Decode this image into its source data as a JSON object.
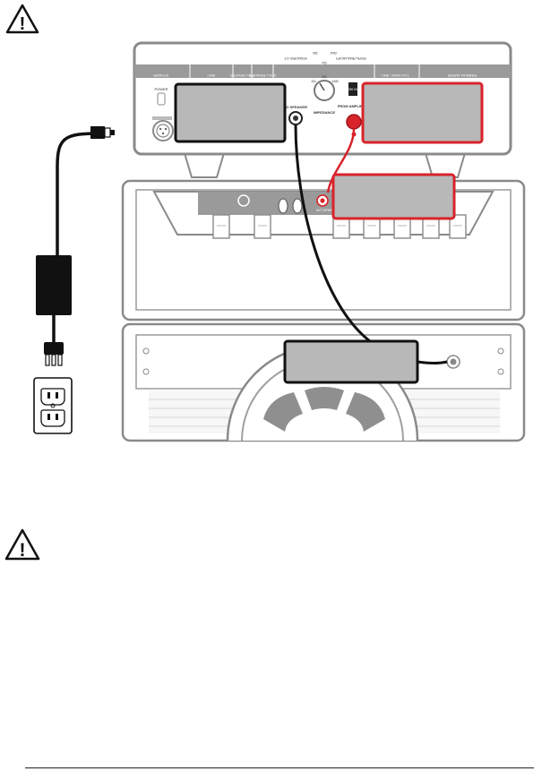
{
  "warning_symbol": "!",
  "device_panel": {
    "labels": {
      "power": "POWER",
      "to_speaker": "TO SPEAKER",
      "impedance": "IMPEDANCE",
      "from_amplifier": "FROM AMPLIFIER",
      "max_rating": "100W MAX",
      "mirrored_top_1": "TO SPEAKER",
      "mirrored_top_2": "FROM AMPLIFIER",
      "mirrored_ohm_1": "8Ω",
      "mirrored_ohm_2": "16Ω",
      "mirrored_ohm_3": "4Ω",
      "mirrored_sections": [
        "REMOTE",
        "LINE",
        "GROUND LIFT",
        "SPEAKER LOCK"
      ],
      "mirrored_right": [
        "LINE / MON OUT",
        "SERIAL NUMBER"
      ]
    },
    "knob_ticks": [
      "4Ω",
      "8Ω",
      "16Ω"
    ]
  },
  "amp_head": {
    "jack_label": "INT SPKR"
  },
  "colors": {
    "highlight_red": "#d8232a",
    "callout_black": "#111111",
    "callout_fill": "#b8b8b8",
    "equipment_gray": "#8a8a8a"
  }
}
